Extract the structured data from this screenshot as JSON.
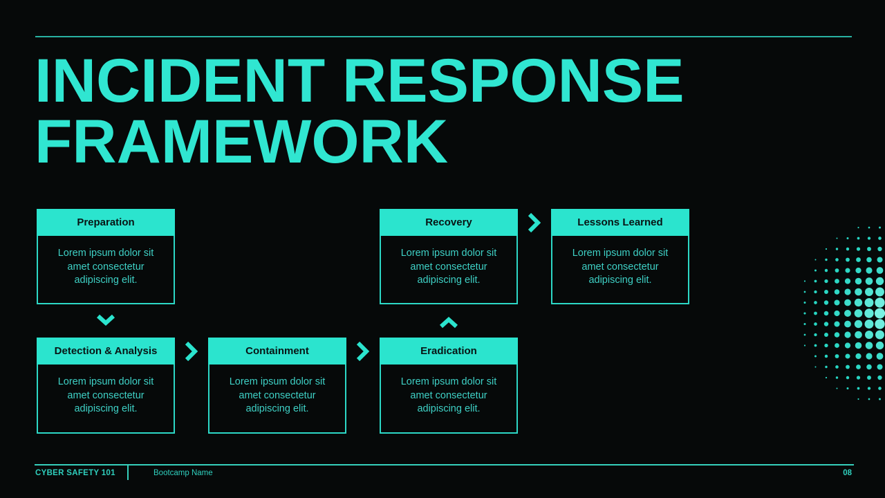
{
  "slide": {
    "title": "INCIDENT RESPONSE FRAMEWORK",
    "page_number": "08"
  },
  "footer": {
    "course": "CYBER SAFETY 101",
    "program": "Bootcamp Name"
  },
  "colors": {
    "background": "#060909",
    "accent": "#2be4ce",
    "title_text": "#30e6d1",
    "step_body_text": "#3ed0c5",
    "step_header_text": "#081414",
    "top_rule": "#28b2a1",
    "footer_rule": "#35cfbc",
    "halftone_outer": "#27d6c3",
    "halftone_center": "#96fbee"
  },
  "flowchart": {
    "steps": [
      {
        "label": "Preparation",
        "body": "Lorem ipsum dolor sit amet consectetur adipiscing elit."
      },
      {
        "label": "Detection & Analysis",
        "body": "Lorem ipsum dolor sit amet consectetur adipiscing elit."
      },
      {
        "label": "Containment",
        "body": "Lorem ipsum dolor sit amet consectetur adipiscing elit."
      },
      {
        "label": "Eradication",
        "body": "Lorem ipsum dolor sit amet consectetur adipiscing elit."
      },
      {
        "label": "Recovery",
        "body": "Lorem ipsum dolor sit amet consectetur adipiscing elit."
      },
      {
        "label": "Lessons Learned",
        "body": "Lorem ipsum dolor sit amet consectetur adipiscing elit."
      }
    ]
  }
}
